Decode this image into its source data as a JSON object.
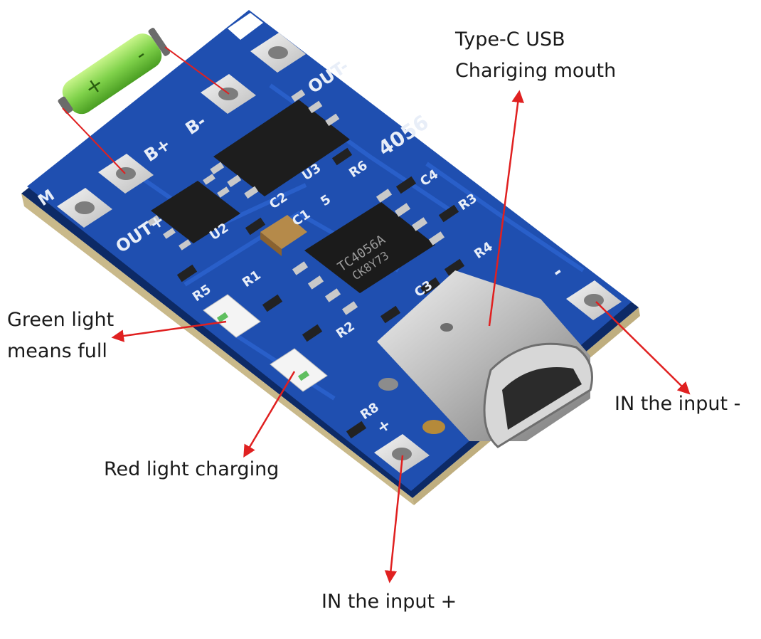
{
  "annotations": {
    "usb_line1": "Type-C USB",
    "usb_line2": "Chariging mouth",
    "green_line1": "Green light",
    "green_line2": "means full",
    "red_light": "Red light charging",
    "in_minus": "IN the input -",
    "in_plus": "IN the input +"
  },
  "board": {
    "model": "4056",
    "chip_u1": "TC4056A",
    "chip_u1_code": "CK8Y73",
    "pad_out_minus": "OUT-",
    "pad_out_plus": "OUT+",
    "pad_b_minus": "B-",
    "pad_b_plus": "B+",
    "label_m": "M",
    "label_u2": "U2",
    "label_u3": "U3",
    "label_r1": "R1",
    "label_r2": "R2",
    "label_r3": "R3",
    "label_r4": "R4",
    "label_r5": "R5",
    "label_r6": "R6",
    "label_r8": "R8",
    "label_c1": "C1",
    "label_c2": "C2",
    "label_c3": "C3",
    "label_c4": "C4",
    "label_c5": "5",
    "label_in_minus": "-",
    "label_in_plus": "+"
  },
  "battery": {
    "plus_sign": "+",
    "minus_sign": "-"
  },
  "colors": {
    "pcb": "#1f4fb0",
    "pcb_dark": "#163c8a",
    "arrow": "#e02020",
    "battery": "#7fd14a"
  }
}
